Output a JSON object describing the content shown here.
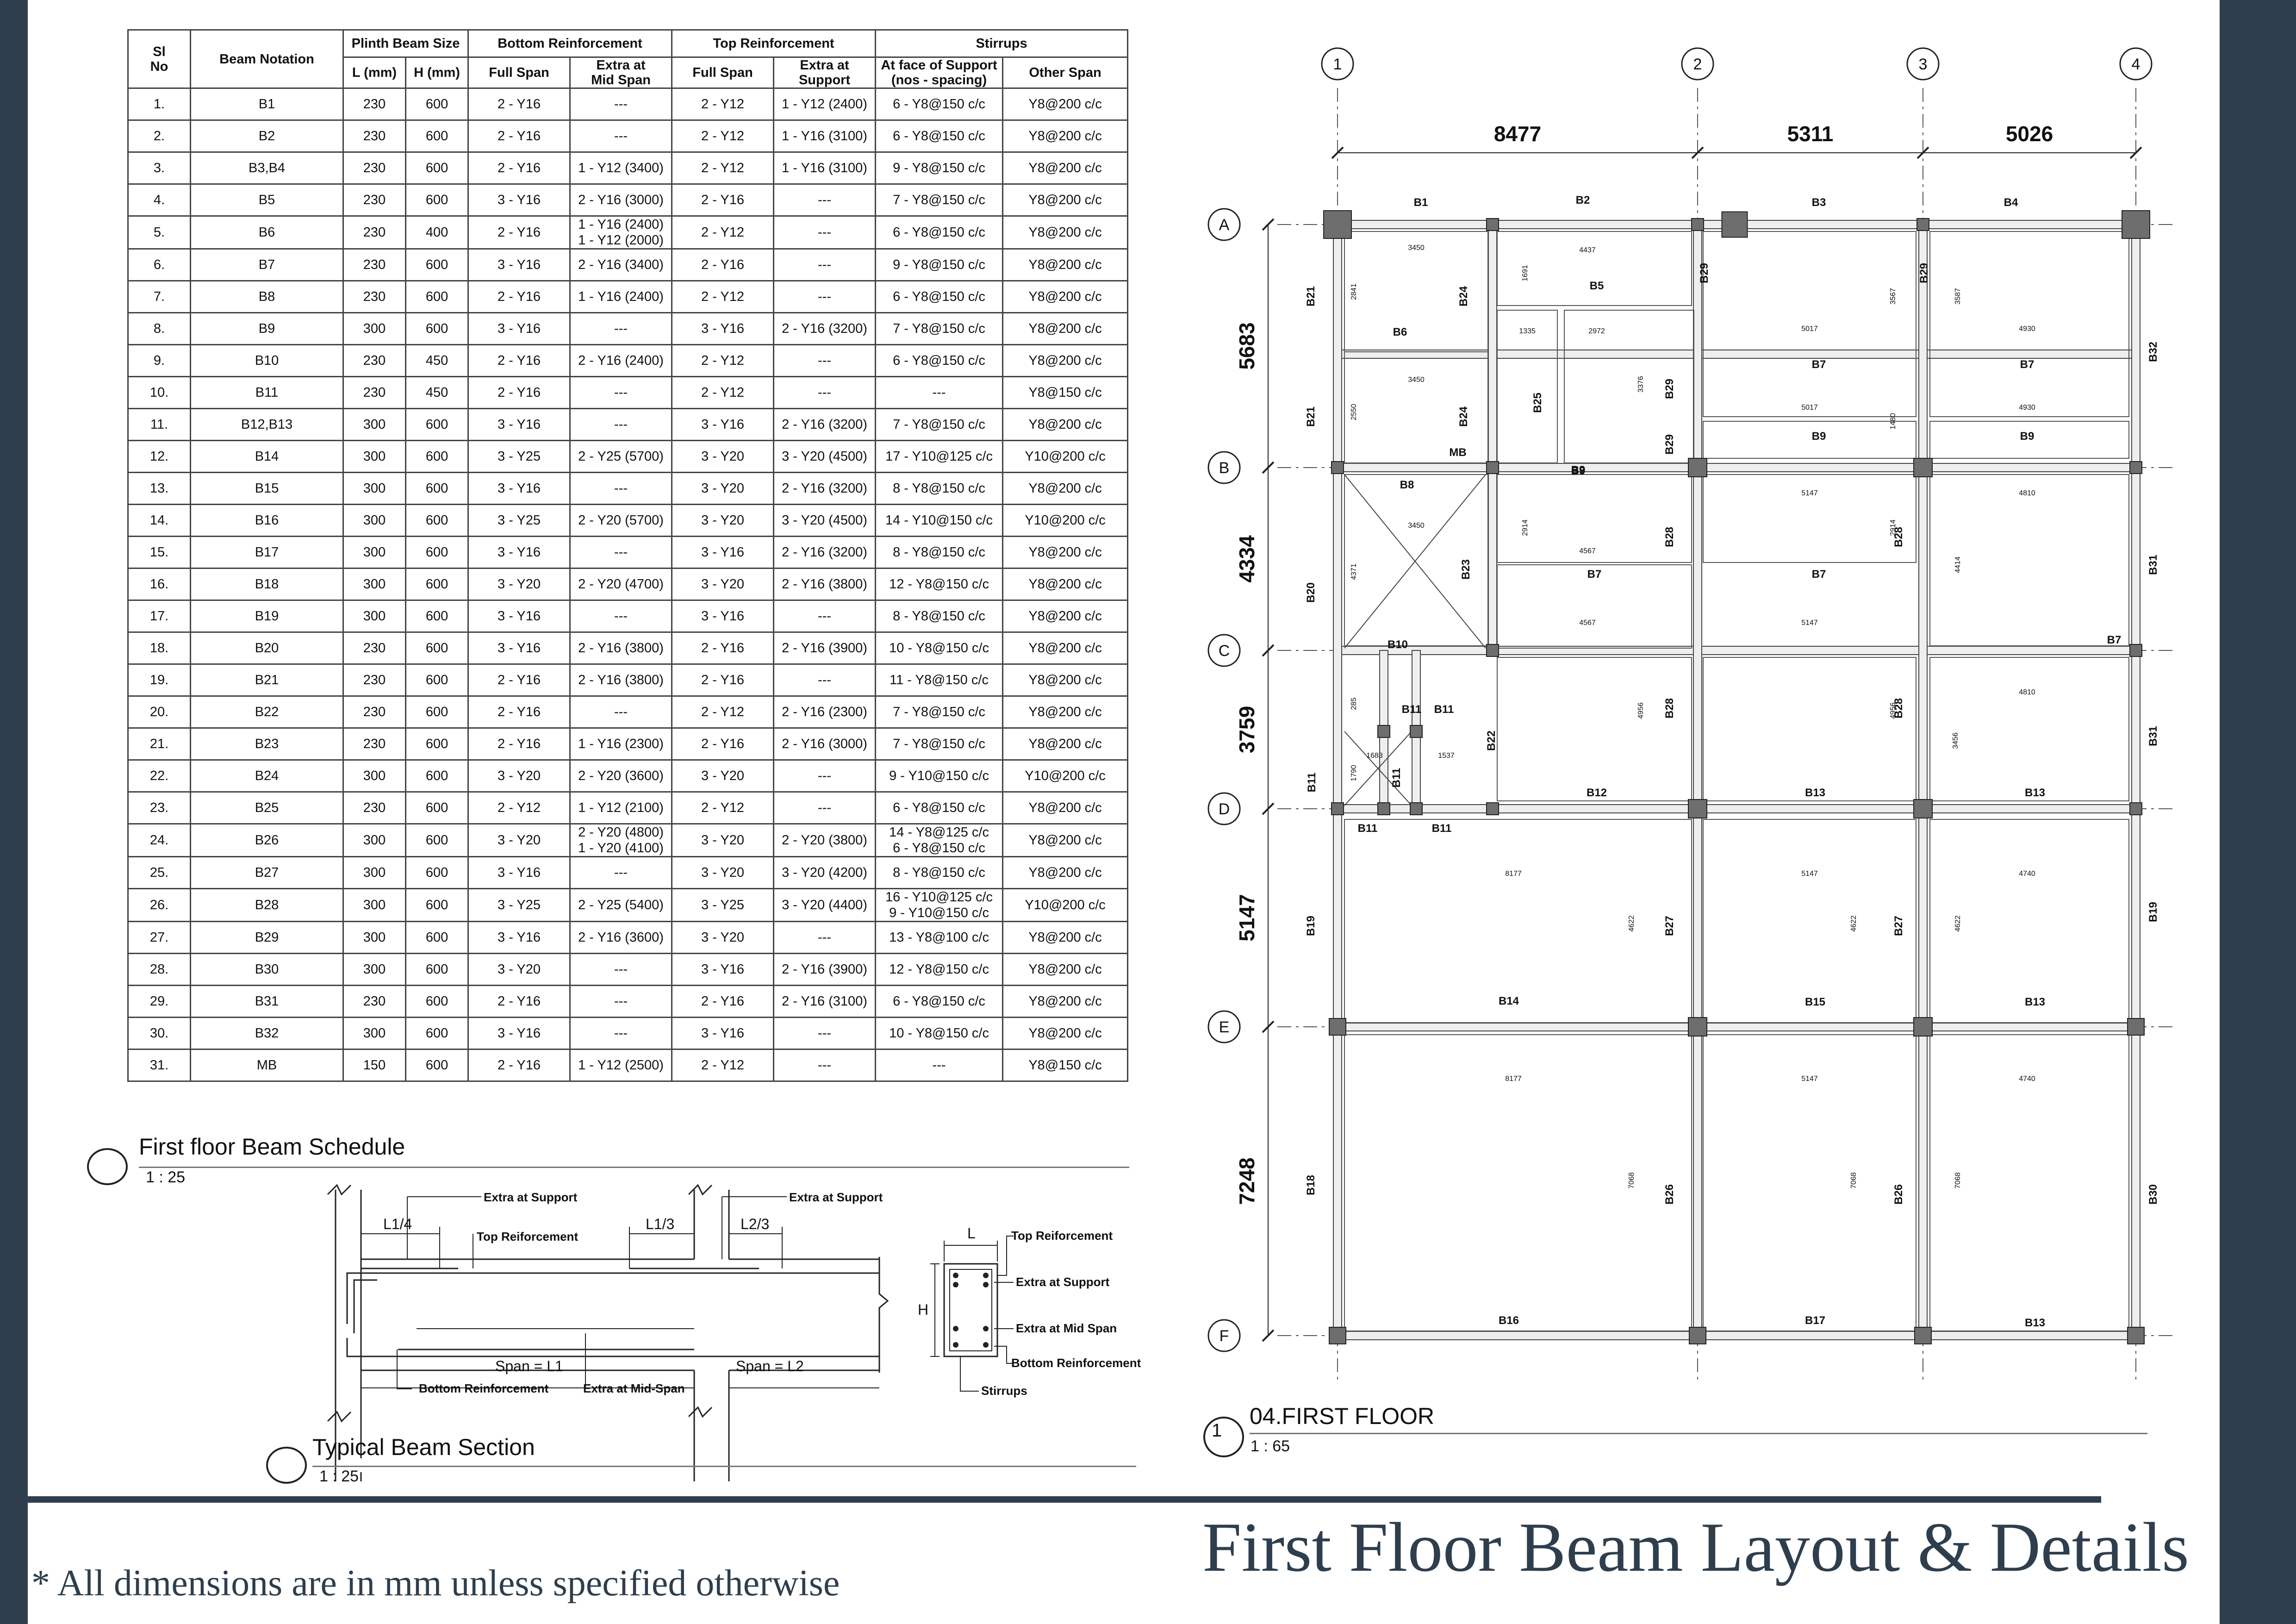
{
  "schedule": {
    "headers": {
      "sl_no": "Sl\nNo",
      "beam_notation": "Beam Notation",
      "plinth_beam_size": "Plinth Beam Size",
      "l_mm": "L (mm)",
      "h_mm": "H (mm)",
      "bottom_reinforcement": "Bottom Reinforcement",
      "bottom_full_span": "Full Span",
      "bottom_extra_mid": "Extra at\nMid Span",
      "top_reinforcement": "Top Reinforcement",
      "top_full_span": "Full Span",
      "top_extra_support": "Extra at\nSupport",
      "stirrups": "Stirrups",
      "stirrups_face": "At face of Support\n(nos - spacing)",
      "stirrups_other": "Other Span"
    },
    "rows": [
      [
        "1.",
        "B1",
        "230",
        "600",
        "2 - Y16",
        "---",
        "2 - Y12",
        "1 - Y12 (2400)",
        "6 - Y8@150 c/c",
        "Y8@200 c/c"
      ],
      [
        "2.",
        "B2",
        "230",
        "600",
        "2 - Y16",
        "---",
        "2 - Y12",
        "1 - Y16 (3100)",
        "6 - Y8@150 c/c",
        "Y8@200 c/c"
      ],
      [
        "3.",
        "B3,B4",
        "230",
        "600",
        "2 - Y16",
        "1 - Y12 (3400)",
        "2 - Y12",
        "1 - Y16 (3100)",
        "9 - Y8@150 c/c",
        "Y8@200 c/c"
      ],
      [
        "4.",
        "B5",
        "230",
        "600",
        "3 - Y16",
        "2 - Y16 (3000)",
        "2 - Y16",
        "---",
        "7 - Y8@150 c/c",
        "Y8@200 c/c"
      ],
      [
        "5.",
        "B6",
        "230",
        "400",
        "2 - Y16",
        "1 - Y16 (2400)\n1 - Y12 (2000)",
        "2 - Y12",
        "---",
        "6 - Y8@150 c/c",
        "Y8@200 c/c"
      ],
      [
        "6.",
        "B7",
        "230",
        "600",
        "3 - Y16",
        "2 - Y16 (3400)",
        "2 - Y16",
        "---",
        "9 - Y8@150 c/c",
        "Y8@200 c/c"
      ],
      [
        "7.",
        "B8",
        "230",
        "600",
        "2 - Y16",
        "1 - Y16 (2400)",
        "2 - Y12",
        "---",
        "6 - Y8@150 c/c",
        "Y8@200 c/c"
      ],
      [
        "8.",
        "B9",
        "300",
        "600",
        "3 - Y16",
        "---",
        "3 - Y16",
        "2 - Y16 (3200)",
        "7 - Y8@150 c/c",
        "Y8@200 c/c"
      ],
      [
        "9.",
        "B10",
        "230",
        "450",
        "2 - Y16",
        "2 - Y16 (2400)",
        "2 - Y12",
        "---",
        "6 - Y8@150 c/c",
        "Y8@200 c/c"
      ],
      [
        "10.",
        "B11",
        "230",
        "450",
        "2 - Y16",
        "---",
        "2 - Y12",
        "---",
        "---",
        "Y8@150 c/c"
      ],
      [
        "11.",
        "B12,B13",
        "300",
        "600",
        "3 - Y16",
        "---",
        "3 - Y16",
        "2 - Y16 (3200)",
        "7 - Y8@150 c/c",
        "Y8@200 c/c"
      ],
      [
        "12.",
        "B14",
        "300",
        "600",
        "3 - Y25",
        "2 - Y25 (5700)",
        "3 - Y20",
        "3 - Y20 (4500)",
        "17 - Y10@125 c/c",
        "Y10@200 c/c"
      ],
      [
        "13.",
        "B15",
        "300",
        "600",
        "3 - Y16",
        "---",
        "3 - Y20",
        "2 - Y16 (3200)",
        "8 - Y8@150 c/c",
        "Y8@200 c/c"
      ],
      [
        "14.",
        "B16",
        "300",
        "600",
        "3 - Y25",
        "2 - Y20 (5700)",
        "3 - Y20",
        "3 - Y20 (4500)",
        "14 - Y10@150 c/c",
        "Y10@200 c/c"
      ],
      [
        "15.",
        "B17",
        "300",
        "600",
        "3 - Y16",
        "---",
        "3 - Y16",
        "2 - Y16 (3200)",
        "8 - Y8@150 c/c",
        "Y8@200 c/c"
      ],
      [
        "16.",
        "B18",
        "300",
        "600",
        "3 - Y20",
        "2 - Y20 (4700)",
        "3 - Y20",
        "2 - Y16 (3800)",
        "12 - Y8@150 c/c",
        "Y8@200 c/c"
      ],
      [
        "17.",
        "B19",
        "300",
        "600",
        "3 - Y16",
        "---",
        "3 - Y16",
        "---",
        "8 - Y8@150 c/c",
        "Y8@200 c/c"
      ],
      [
        "18.",
        "B20",
        "230",
        "600",
        "3 - Y16",
        "2 - Y16 (3800)",
        "2 - Y16",
        "2 - Y16 (3900)",
        "10 - Y8@150 c/c",
        "Y8@200 c/c"
      ],
      [
        "19.",
        "B21",
        "230",
        "600",
        "2 - Y16",
        "2 - Y16 (3800)",
        "2 - Y16",
        "---",
        "11 - Y8@150 c/c",
        "Y8@200 c/c"
      ],
      [
        "20.",
        "B22",
        "230",
        "600",
        "2 - Y16",
        "---",
        "2 - Y12",
        "2 - Y16 (2300)",
        "7 - Y8@150 c/c",
        "Y8@200 c/c"
      ],
      [
        "21.",
        "B23",
        "230",
        "600",
        "2 - Y16",
        "1 - Y16 (2300)",
        "2 - Y16",
        "2 - Y16 (3000)",
        "7 - Y8@150 c/c",
        "Y8@200 c/c"
      ],
      [
        "22.",
        "B24",
        "300",
        "600",
        "3 - Y20",
        "2 - Y20 (3600)",
        "3 - Y20",
        "---",
        "9 - Y10@150 c/c",
        "Y10@200 c/c"
      ],
      [
        "23.",
        "B25",
        "230",
        "600",
        "2 - Y12",
        "1 - Y12 (2100)",
        "2 - Y12",
        "---",
        "6 - Y8@150 c/c",
        "Y8@200 c/c"
      ],
      [
        "24.",
        "B26",
        "300",
        "600",
        "3 - Y20",
        "2 - Y20 (4800)\n1 - Y20 (4100)",
        "3 - Y20",
        "2 - Y20 (3800)",
        "14 - Y8@125 c/c\n6 - Y8@150 c/c",
        "Y8@200 c/c"
      ],
      [
        "25.",
        "B27",
        "300",
        "600",
        "3 - Y16",
        "---",
        "3 - Y20",
        "3 - Y20 (4200)",
        "8 - Y8@150 c/c",
        "Y8@200 c/c"
      ],
      [
        "26.",
        "B28",
        "300",
        "600",
        "3 - Y25",
        "2 - Y25 (5400)",
        "3 - Y25",
        "3 - Y20 (4400)",
        "16 - Y10@125 c/c\n9 - Y10@150 c/c",
        "Y10@200 c/c"
      ],
      [
        "27.",
        "B29",
        "300",
        "600",
        "3 - Y16",
        "2 - Y16 (3600)",
        "3 - Y20",
        "---",
        "13 - Y8@100 c/c",
        "Y8@200 c/c"
      ],
      [
        "28.",
        "B30",
        "300",
        "600",
        "3 - Y20",
        "---",
        "3 - Y16",
        "2 - Y16 (3900)",
        "12 - Y8@150 c/c",
        "Y8@200 c/c"
      ],
      [
        "29.",
        "B31",
        "230",
        "600",
        "2 - Y16",
        "---",
        "2 - Y16",
        "2 - Y16 (3100)",
        "6 - Y8@150 c/c",
        "Y8@200 c/c"
      ],
      [
        "30.",
        "B32",
        "300",
        "600",
        "3 - Y16",
        "---",
        "3 - Y16",
        "---",
        "10 - Y8@150 c/c",
        "Y8@200 c/c"
      ],
      [
        "31.",
        "MB",
        "150",
        "600",
        "2 - Y16",
        "1 - Y12 (2500)",
        "2 - Y12",
        "---",
        "---",
        "Y8@150 c/c"
      ]
    ],
    "title": "First floor Beam Schedule",
    "scale": "1 : 25"
  },
  "section": {
    "title": "Typical Beam Section",
    "scale": "1 : 25",
    "labels": {
      "extra_support_1": "Extra at Support",
      "extra_support_2": "Extra at Support",
      "l1_4": "L1/4",
      "top_reinf": "Top Reiforcement",
      "l1_3": "L1/3",
      "l2_3": "L2/3",
      "span_l1": "Span = L1",
      "span_l2": "Span = L2",
      "bottom_reinf": "Bottom\nReinforcement",
      "extra_mid": "Extra at\nMid-Span",
      "cs_l": "L",
      "cs_h": "H",
      "cs_top": "Top Reiforcement",
      "cs_extra_support": "Extra at Support",
      "cs_extra_mid": "Extra at Mid Span",
      "cs_bottom": "Bottom Reinforcement",
      "cs_stirrups": "Stirrups"
    }
  },
  "plan": {
    "title": "04.FIRST FLOOR",
    "scale": "1 : 65",
    "view_number": "1",
    "grid_cols": [
      "1",
      "2",
      "3",
      "4"
    ],
    "grid_rows": [
      "A",
      "B",
      "C",
      "D",
      "E",
      "F"
    ],
    "col_dims": [
      "8477",
      "5311",
      "5026"
    ],
    "row_dims": [
      "5683",
      "4334",
      "3759",
      "5147",
      "7248"
    ],
    "beam_labels": [
      "B1",
      "B2",
      "B3",
      "B4",
      "B21",
      "B24",
      "B29",
      "B29",
      "B32",
      "B5",
      "B6",
      "B25",
      "B29",
      "B7",
      "B7",
      "B21",
      "B24",
      "MB",
      "B9",
      "B9",
      "B29",
      "B9",
      "B8",
      "B9",
      "B20",
      "B23",
      "B28",
      "B28",
      "B31",
      "B7",
      "B7",
      "B10",
      "B7",
      "B11",
      "B11",
      "B22",
      "B28",
      "B28",
      "B31",
      "B11",
      "B11",
      "B12",
      "B13",
      "B13",
      "B11",
      "B11",
      "B19",
      "B27",
      "B27",
      "B19",
      "B14",
      "B15",
      "B13",
      "B18",
      "B26",
      "B26",
      "B30",
      "B16",
      "B17",
      "B13"
    ],
    "inner_dims": [
      "3450",
      "1691",
      "4437",
      "2841",
      "5017",
      "4930",
      "3567",
      "3587",
      "1335",
      "2972",
      "3376",
      "3450",
      "2550",
      "5017",
      "4930",
      "1480",
      "3450",
      "5147",
      "4810",
      "2914",
      "2914",
      "4371",
      "4567",
      "4414",
      "4567",
      "5147",
      "4810",
      "285",
      "4956",
      "4956",
      "3456",
      "1683",
      "1537",
      "1790",
      "8177",
      "5147",
      "4740",
      "4622",
      "4622",
      "4622",
      "8177",
      "5147",
      "4740",
      "7068",
      "7068",
      "7068"
    ]
  },
  "sheet_title": "First Floor Beam Layout & Details",
  "footnote": "* All dimensions are in mm unless specified otherwise"
}
